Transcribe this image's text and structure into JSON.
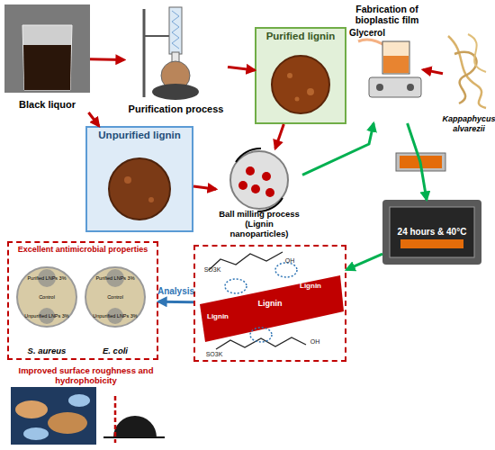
{
  "diagram": {
    "nodes": [
      {
        "text": [
          "Black liquor"
        ]
      },
      {
        "text": [
          "Purification process"
        ]
      },
      {
        "text": [
          "Purified lignin"
        ]
      },
      {
        "text": [
          "Unpurified lignin"
        ]
      },
      {
        "text": [
          "Ball milling process (Lignin nanoparticles)"
        ]
      },
      {
        "text": [
          "Fabrication of bioplastic film"
        ]
      },
      {
        "text": [
          "Kappaphycus alvarezii"
        ]
      },
      {
        "text": [
          "24 hours & 40°C"
        ]
      },
      {
        "text": [
          "Lignin"
        ]
      },
      {
        "text": [
          "Excellent antimicrobial properties"
        ]
      },
      {
        "text": [
          "S. aureus"
        ],
        "in": 9
      },
      {
        "text": [
          "E. coli"
        ],
        "in": 9
      },
      {
        "text": [
          "Improved surface roughness and hydrophobicity"
        ]
      }
    ],
    "edges": [
      {
        "from": 0,
        "to": 1,
        "arrow": "to"
      },
      {
        "from": 1,
        "to": 2,
        "arrow": "to"
      },
      {
        "from": 0,
        "to": 3,
        "arrow": "to"
      },
      {
        "from": 2,
        "to": 4,
        "arrow": "to"
      },
      {
        "from": 3,
        "to": 4,
        "arrow": "to"
      },
      {
        "from": 4,
        "to": 5,
        "arrow": "to"
      },
      {
        "from": 6,
        "to": 5,
        "arrow": "to"
      },
      {
        "from": 5,
        "to": 7,
        "arrow": "to"
      },
      {
        "from": 7,
        "to": 8,
        "arrow": "to"
      },
      {
        "from": 8,
        "to": 9,
        "label": "Analysis",
        "arrow": "to"
      }
    ],
    "labels": [
      "Glycerol",
      "Lignin",
      "Lignin",
      "SO3K",
      "SO3K",
      "OH",
      "OH",
      "Purified LNPs 3%",
      "Unpurified LNPs 3%",
      "Control",
      "Purified LNPs 3%",
      "Unpurified LNPs 3%",
      "Control"
    ]
  }
}
